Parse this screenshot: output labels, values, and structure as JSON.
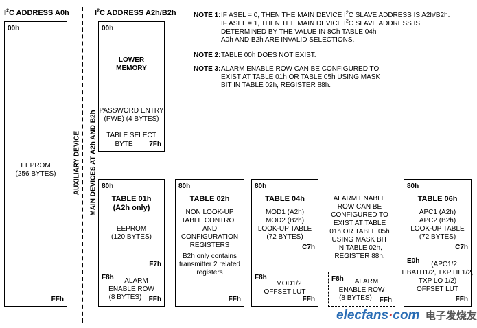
{
  "titles": {
    "left_prefix": "I",
    "left_sup": "2",
    "left_rest": "C ADDRESS A0h",
    "main_prefix": "I",
    "main_sup": "2",
    "main_rest": "C ADDRESS A2h/B2h"
  },
  "vertical": {
    "aux": "AUXILIARY DEVICE",
    "main": "MAIN DEVICES AT A2h AND B2h"
  },
  "notes": {
    "n1_label": "NOTE 1:",
    "n1_l1a": "IF ASEL = 0, THEN THE MAIN DEVICE I",
    "n1_l1sup": "2",
    "n1_l1b": "C SLAVE ADDRESS IS A2h/B2h.",
    "n1_l2": "IF ASEL = 1, THEN THE MAIN DEVICE I",
    "n1_l2sup": "2",
    "n1_l2b": "C SLAVE ADDRESS IS",
    "n1_l3": "DETERMINED BY THE VALUE IN 8Ch TABLE 04h",
    "n1_l4": "A0h AND B2h ARE INVALID SELECTIONS.",
    "n2_label": "NOTE 2:",
    "n2_text": "TABLE 00h DOES NOT EXIST.",
    "n3_label": "NOTE 3:",
    "n3_l1": "ALARM ENABLE ROW CAN BE CONFIGURED TO",
    "n3_l2": "EXIST AT TABLE 01h OR TABLE 05h USING MASK",
    "n3_l3": "BIT IN  TABLE 02h, REGISTER 88h."
  },
  "eeprom": {
    "start": "00h",
    "l1": "EEPROM",
    "l2": "(256 BYTES)",
    "end": "FFh"
  },
  "lower": {
    "start": "00h",
    "l1": "LOWER",
    "l2": "MEMORY",
    "pwe1": "PASSWORD ENTRY",
    "pwe2": "(PWE) (4 BYTES)",
    "ts1": "TABLE SELECT",
    "ts2": "BYTE",
    "ts_end": "7Fh"
  },
  "t01": {
    "start": "80h",
    "t1": "TABLE 01h",
    "t2": "(A2h only)",
    "l1": "EEPROM",
    "l2": "(120 BYTES)",
    "mid": "F7h",
    "alarm_start": "F8h",
    "a1": "ALARM",
    "a2": "ENABLE ROW",
    "a3": "(8 BYTES)",
    "end": "FFh"
  },
  "t02": {
    "start": "80h",
    "t1": "TABLE 02h",
    "l1": "NON LOOK-UP",
    "l2": "TABLE CONTROL",
    "l3": "AND",
    "l4": "CONFIGURATION",
    "l5": "REGISTERS",
    "b1": "B2h only contains",
    "b2": "transmitter 2 related",
    "b3": "registers",
    "end": "FFh"
  },
  "t04": {
    "start": "80h",
    "t1": "TABLE 04h",
    "l1": "MOD1 (A2h)",
    "l2": "MOD2 (B2h)",
    "l3": "LOOK-UP TABLE",
    "l4": "(72 BYTES)",
    "mid": "C7h",
    "lut_start": "F8h",
    "m1": "MOD1/2",
    "m2": "OFFSET LUT",
    "end": "FFh"
  },
  "alarm_note": {
    "l1": "ALARM ENABLE",
    "l2": "ROW CAN BE",
    "l3": "CONFIGURED TO",
    "l4": "EXIST AT TABLE",
    "l5": "01h OR TABLE 05h",
    "l6": "USING MASK BIT",
    "l7": "IN TABLE 02h,",
    "l8": "REGISTER 88h."
  },
  "alarm_dashed": {
    "start": "F8h",
    "a1": "ALARM",
    "a2": "ENABLE ROW",
    "a3": "(8 BYTES)",
    "end": "FFh"
  },
  "t06": {
    "start": "80h",
    "t1": "TABLE 06h",
    "l1": "APC1 (A2h)",
    "l2": "APC2 (B2h)",
    "l3": "LOOK-UP TABLE",
    "l4": "(72 BYTES)",
    "mid": "C7h",
    "lut_start": "E0h",
    "m1": "(APC1/2,",
    "m2": "HBATH1/2, TXP HI 1/2,",
    "m3": "TXP LO 1/2)",
    "m4": "OFFSET LUT",
    "end": "FFh"
  },
  "watermark": {
    "site": "elecfans",
    "dot": "·",
    "com": "com",
    "cn": "电子发烧友"
  }
}
